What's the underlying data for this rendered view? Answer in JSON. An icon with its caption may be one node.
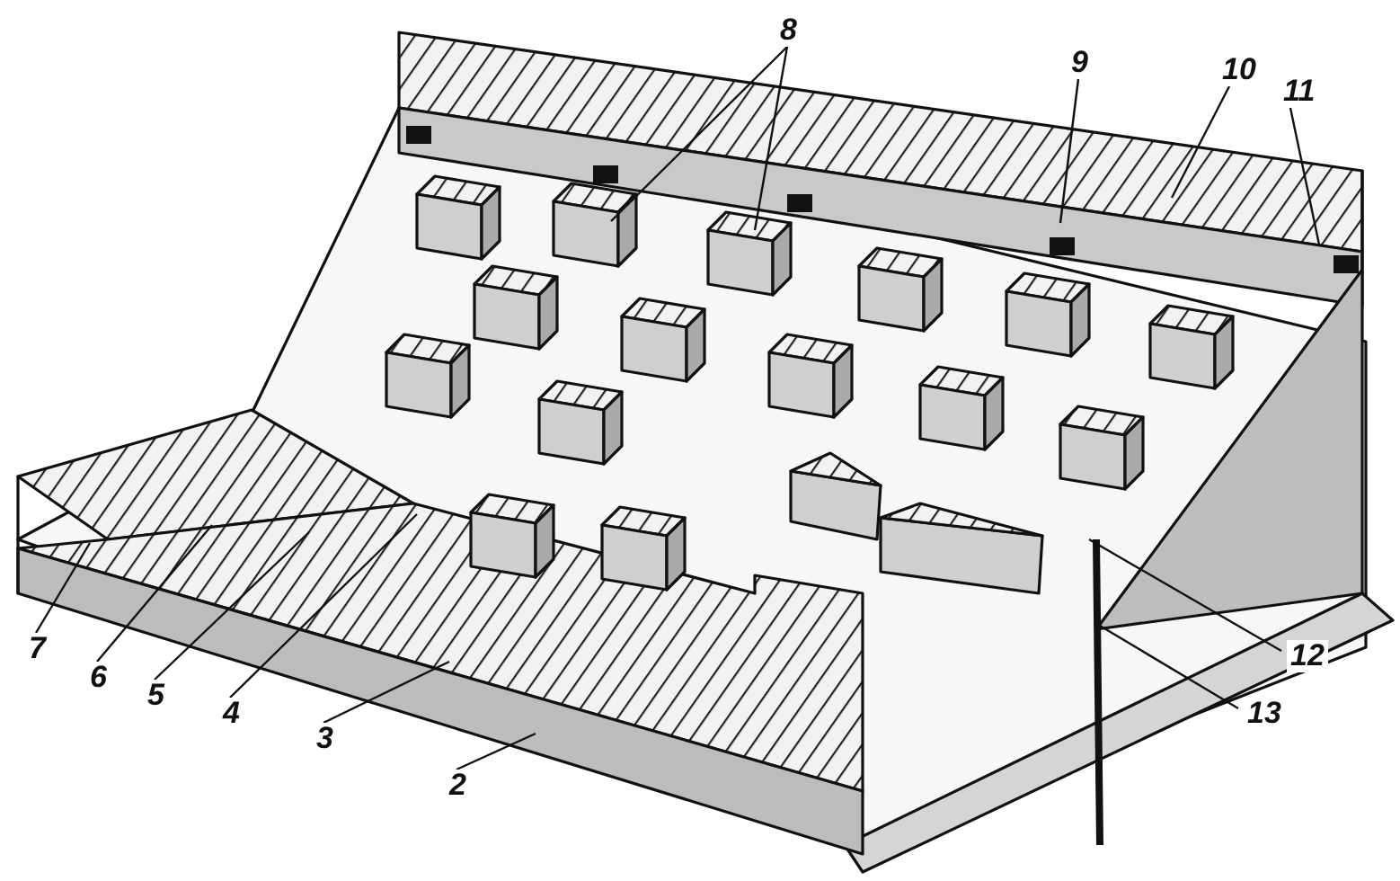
{
  "diagram": {
    "nodes": [
      {
        "text": [
          "8"
        ]
      },
      {
        "text": [
          "9"
        ]
      },
      {
        "text": [
          "10"
        ]
      },
      {
        "text": [
          "11"
        ]
      },
      {
        "text": [
          "7"
        ]
      },
      {
        "text": [
          "6"
        ]
      },
      {
        "text": [
          "5"
        ]
      },
      {
        "text": [
          "4"
        ]
      },
      {
        "text": [
          "3"
        ]
      },
      {
        "text": [
          "2"
        ]
      },
      {
        "text": [
          "12"
        ]
      },
      {
        "text": [
          "13"
        ]
      }
    ],
    "edges": [
      {
        "from": 0,
        "to": null,
        "arrow": "none"
      },
      {
        "from": 0,
        "to": null,
        "arrow": "none"
      },
      {
        "from": 1,
        "to": null,
        "arrow": "none"
      },
      {
        "from": 2,
        "to": null,
        "arrow": "none"
      },
      {
        "from": 3,
        "to": null,
        "arrow": "none"
      },
      {
        "from": 4,
        "to": null,
        "arrow": "none"
      },
      {
        "from": 5,
        "to": null,
        "arrow": "none"
      },
      {
        "from": 6,
        "to": null,
        "arrow": "none"
      },
      {
        "from": 7,
        "to": null,
        "arrow": "none"
      },
      {
        "from": 8,
        "to": null,
        "arrow": "none"
      },
      {
        "from": 9,
        "to": null,
        "arrow": "none"
      },
      {
        "from": 10,
        "to": null,
        "arrow": "none"
      },
      {
        "from": 11,
        "to": null,
        "arrow": "none"
      }
    ]
  }
}
